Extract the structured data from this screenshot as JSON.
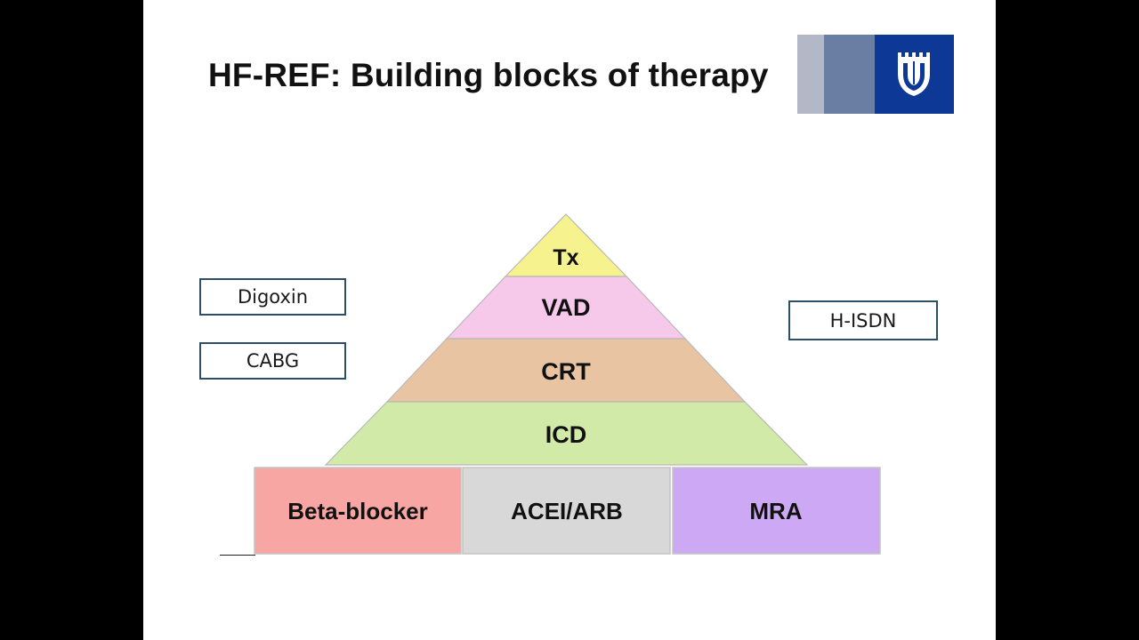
{
  "slide": {
    "title": "HF-REF: Building blocks of therapy"
  },
  "logo": {
    "icon": "duke-shield-logo",
    "colors": [
      "#b3b8c6",
      "#6a7da3",
      "#0d3895"
    ]
  },
  "side_options": {
    "left": [
      "Digoxin",
      "CABG"
    ],
    "right": [
      "H-ISDN"
    ]
  },
  "pyramid": {
    "tiers_top_to_bottom": [
      {
        "label": "Tx",
        "color": "#f6f28e"
      },
      {
        "label": "VAD",
        "color": "#f6c8ea"
      },
      {
        "label": "CRT",
        "color": "#e8c4a3"
      },
      {
        "label": "ICD",
        "color": "#d2eaa8"
      }
    ],
    "foundation": [
      {
        "label": "Beta-blocker",
        "color": "#f7a6a3"
      },
      {
        "label": "ACEI/ARB",
        "color": "#d8d8d8"
      },
      {
        "label": "MRA",
        "color": "#cda8f4"
      }
    ]
  }
}
